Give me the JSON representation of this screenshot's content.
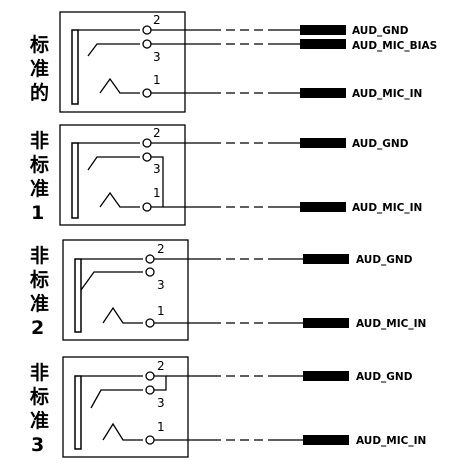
{
  "sections": [
    {
      "label_lines": [
        "标",
        "准",
        "的"
      ],
      "pins": [
        "2",
        "3",
        "1"
      ],
      "signals": [
        "AUD_GND",
        "AUD_MIC_BIAS",
        "AUD_MIC_IN"
      ]
    },
    {
      "label_lines": [
        "非",
        "标",
        "准",
        "1"
      ],
      "pins": [
        "2",
        "3",
        "1"
      ],
      "signals": [
        "AUD_GND",
        "AUD_MIC_IN"
      ]
    },
    {
      "label_lines": [
        "非",
        "标",
        "准",
        "2"
      ],
      "pins": [
        "2",
        "3",
        "1"
      ],
      "signals": [
        "AUD_GND",
        "AUD_MIC_IN"
      ]
    },
    {
      "label_lines": [
        "非",
        "标",
        "准",
        "3"
      ],
      "pins": [
        "2",
        "3",
        "1"
      ],
      "signals": [
        "AUD_GND",
        "AUD_MIC_IN"
      ]
    }
  ]
}
